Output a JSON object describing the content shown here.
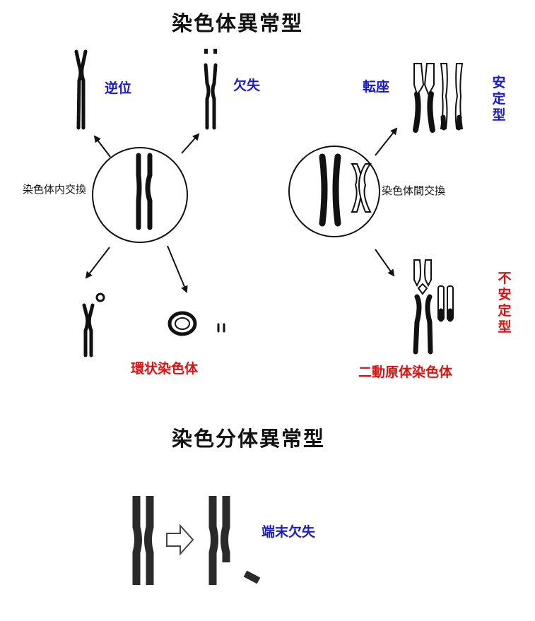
{
  "title_main": "染色体異常型",
  "title_sub": "染色分体異常型",
  "labels": {
    "inversion": "逆位",
    "deletion": "欠失",
    "translocation": "転座",
    "stable": "安定型",
    "intra_exchange": "染色体内交換",
    "inter_exchange": "染色体間交換",
    "unstable": "不安定型",
    "ring": "環状染色体",
    "dicentric": "二動原体染色体",
    "terminal_deletion": "端末欠失"
  },
  "colors": {
    "label_blue": "#1a1acc",
    "label_red": "#dd1111",
    "chromosome": "#111111"
  }
}
